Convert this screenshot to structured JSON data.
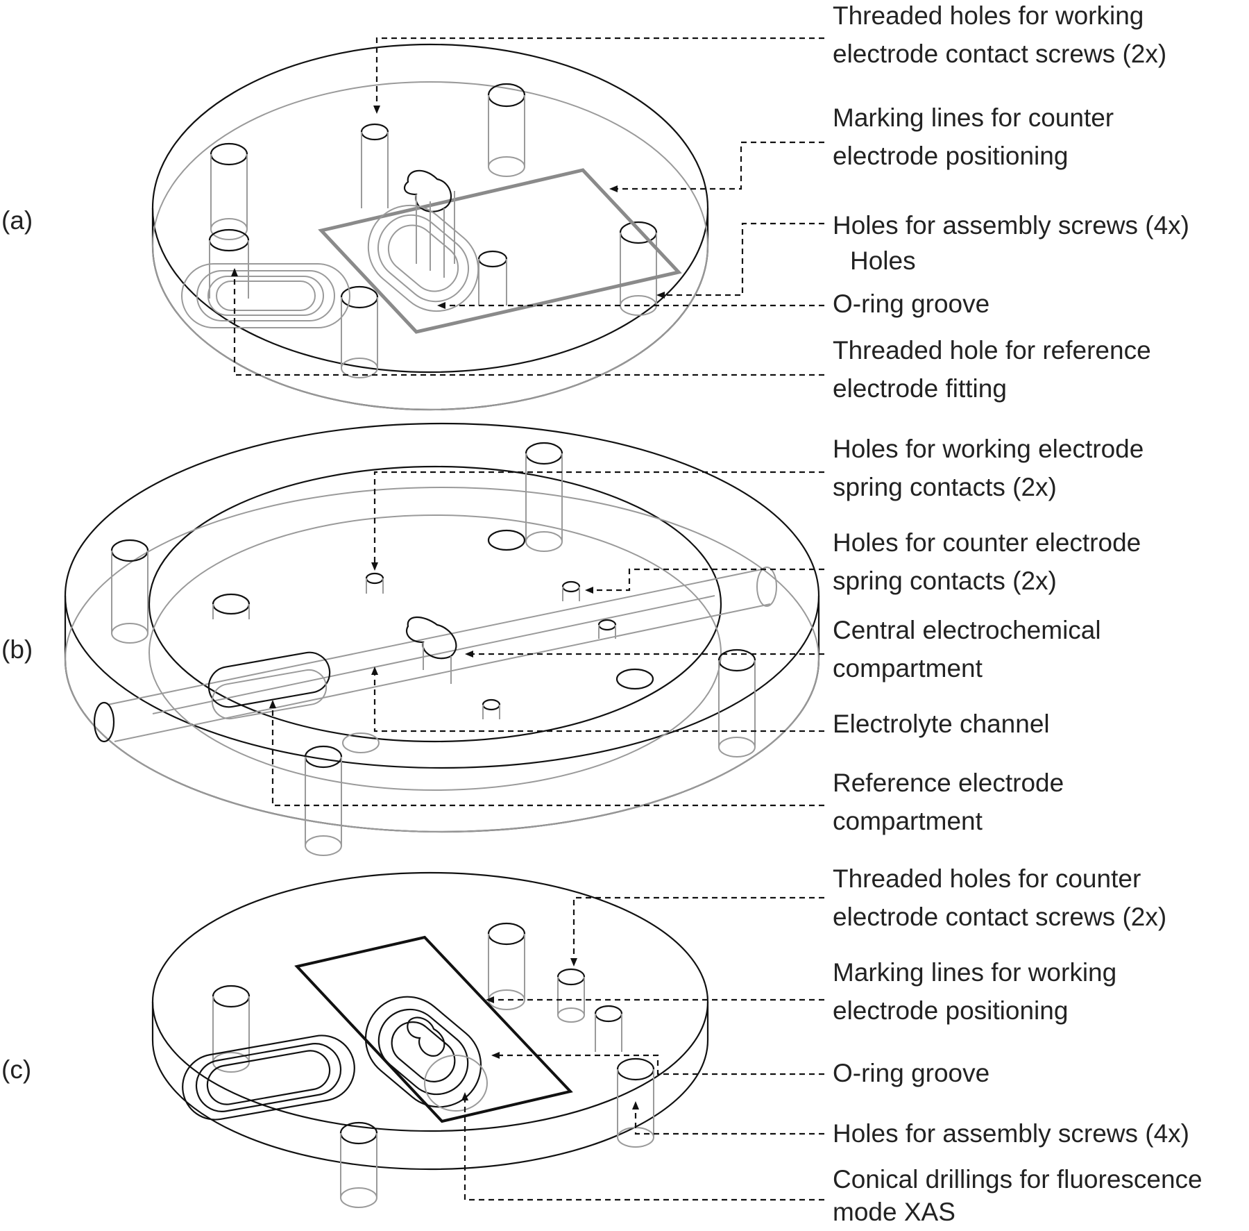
{
  "panels": {
    "a": "(a)",
    "b": "(b)",
    "c": "(c)"
  },
  "labels_a": {
    "threaded_we_contact_1": "Threaded holes for working",
    "threaded_we_contact_2": "electrode contact screws (2x)",
    "marking_ce_1": "Marking lines for counter",
    "marking_ce_2": "electrode positioning",
    "assembly_screws": "Holes for assembly screws (4x)",
    "holes": "Holes",
    "oring": "O-ring groove",
    "threaded_ref_1": "Threaded hole for reference",
    "threaded_ref_2": "electrode fitting"
  },
  "labels_b": {
    "we_spring_1": "Holes for working electrode",
    "we_spring_2": "spring contacts (2x)",
    "ce_spring_1": "Holes for counter electrode",
    "ce_spring_2": "spring contacts (2x)",
    "central_1": "Central electrochemical",
    "central_2": "compartment",
    "electrolyte": "Electrolyte channel",
    "ref_comp_1": "Reference electrode",
    "ref_comp_2": "compartment"
  },
  "labels_c": {
    "threaded_ce_1": "Threaded holes for counter",
    "threaded_ce_2": "electrode contact screws (2x)",
    "marking_we_1": "Marking lines for working",
    "marking_we_2": "electrode positioning",
    "oring": "O-ring groove",
    "assembly_screws": "Holes for assembly screws (4x)",
    "conical_1": "Conical drillings for fluorescence",
    "conical_2": "mode XAS"
  }
}
